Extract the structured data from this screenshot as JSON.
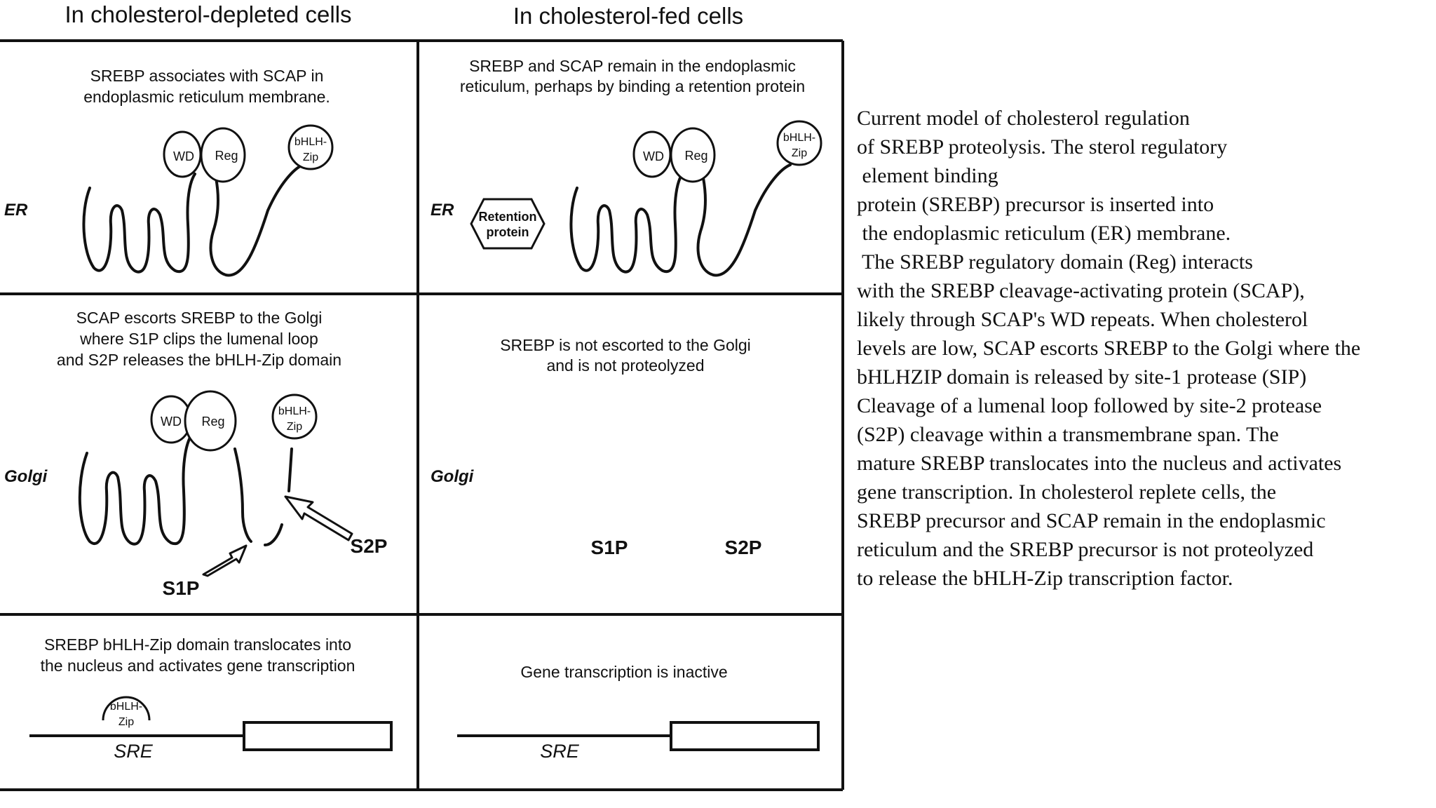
{
  "headers": {
    "left": "In cholesterol-depleted cells",
    "right": "In cholesterol-fed cells"
  },
  "row_labels": {
    "er": "ER",
    "golgi": "Golgi"
  },
  "cells": {
    "er_left": {
      "text": [
        "SREBP associates with SCAP in",
        "endoplasmic reticulum membrane."
      ]
    },
    "er_right": {
      "text": [
        "SREBP and SCAP remain in the endoplasmic",
        "reticulum, perhaps by binding a retention protein"
      ]
    },
    "golgi_left": {
      "text": [
        "SCAP escorts SREBP to the Golgi",
        "where S1P clips the lumenal loop",
        "and S2P releases the bHLH-Zip domain"
      ]
    },
    "golgi_right": {
      "text": [
        "SREBP is not escorted to the Golgi",
        "and is not proteolyzed"
      ]
    },
    "nucleus_left": {
      "text": [
        "SREBP bHLH-Zip domain translocates into",
        "the nucleus and activates gene transcription"
      ]
    },
    "nucleus_right": {
      "text": [
        "Gene transcription is inactive"
      ]
    }
  },
  "labels": {
    "wd": "WD",
    "reg": "Reg",
    "bhlh_line1": "bHLH-",
    "bhlh_line2": "Zip",
    "retention_line1": "Retention",
    "retention_line2": "protein",
    "s1p": "S1P",
    "s2p": "S2P",
    "sre": "SRE"
  },
  "caption": [
    "Current model of cholesterol regulation",
    "of SREBP proteolysis. The sterol regulatory",
    " element binding",
    "protein (SREBP) precursor is inserted into",
    " the endoplasmic reticulum (ER) membrane.",
    " The SREBP regulatory domain (Reg) interacts",
    "with the SREBP cleavage-activating protein (SCAP),",
    "likely through SCAP's WD repeats. When cholesterol",
    "levels are low, SCAP escorts SREBP to the Golgi where the",
    "bHLHZIP domain is released by site-1 protease (SIP)",
    "Cleavage of a lumenal loop followed by site-2 protease",
    "(S2P) cleavage within a transmembrane span. The",
    "mature SREBP translocates into the nucleus and activates",
    "gene transcription. In cholesterol replete cells, the",
    "SREBP precursor and SCAP remain in the endoplasmic",
    "reticulum and the SREBP precursor is not proteolyzed",
    "to release the bHLH-Zip transcription factor."
  ]
}
